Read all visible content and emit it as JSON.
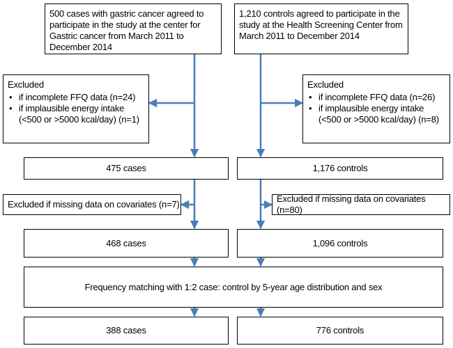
{
  "cases_enrolled": "500 cases with gastric cancer agreed to participate in the study at the center for Gastric cancer from March 2011 to December 2014",
  "controls_enrolled": "1,210 controls agreed to participate in the study at the Health Screening Center from March 2011 to December 2014",
  "exclusion_cases": {
    "title": "Excluded",
    "items": [
      "if incomplete FFQ data (n=24)",
      "if implausible energy intake (<500 or >5000 kcal/day) (n=1)"
    ]
  },
  "exclusion_controls": {
    "title": "Excluded",
    "items": [
      "if incomplete FFQ data (n=26)",
      "if implausible energy intake (<500 or >5000 kcal/day) (n=8)"
    ]
  },
  "cases_after_ffq": "475 cases",
  "controls_after_ffq": "1,176 controls",
  "covariates_cases": "Excluded if missing data on covariates (n=7)",
  "covariates_controls": "Excluded if missing data on covariates (n=80)",
  "cases_after_cov": "468 cases",
  "controls_after_cov": "1,096 controls",
  "matching": "Frequency matching with 1:2 case: control by 5-year age distribution and sex",
  "cases_final": "388 cases",
  "controls_final": "776 controls",
  "colors": {
    "arrow": "#4a7ebb",
    "border": "#000000"
  }
}
